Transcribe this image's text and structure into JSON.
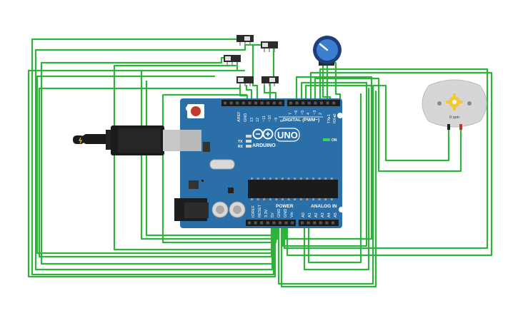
{
  "board": {
    "name": "ARDUINO",
    "model": "UNO",
    "digital_header_label": "DIGITAL (PWM~)",
    "power_label": "POWER",
    "analog_label": "ANALOG IN",
    "on_label": "ON",
    "tx_label": "TX",
    "rx_label": "RX",
    "top_pins": [
      "AREF",
      "GND",
      "13",
      "12",
      "~11",
      "~10",
      "~9",
      "8",
      "7",
      "~6",
      "~5",
      "4",
      "~3",
      "2",
      "TX▸1",
      "RX◂0"
    ],
    "power_pins": [
      "IOREF",
      "RESET",
      "3.3V",
      "5V",
      "GND",
      "GND",
      "Vin"
    ],
    "analog_pins": [
      "A0",
      "A1",
      "A2",
      "A3",
      "A4",
      "A5"
    ]
  },
  "motor": {
    "rpm_label": "0 rpm"
  },
  "colors": {
    "board": "#2a6fa8",
    "wire": "#2fb23c",
    "motor_body": "#d6d6d6"
  }
}
